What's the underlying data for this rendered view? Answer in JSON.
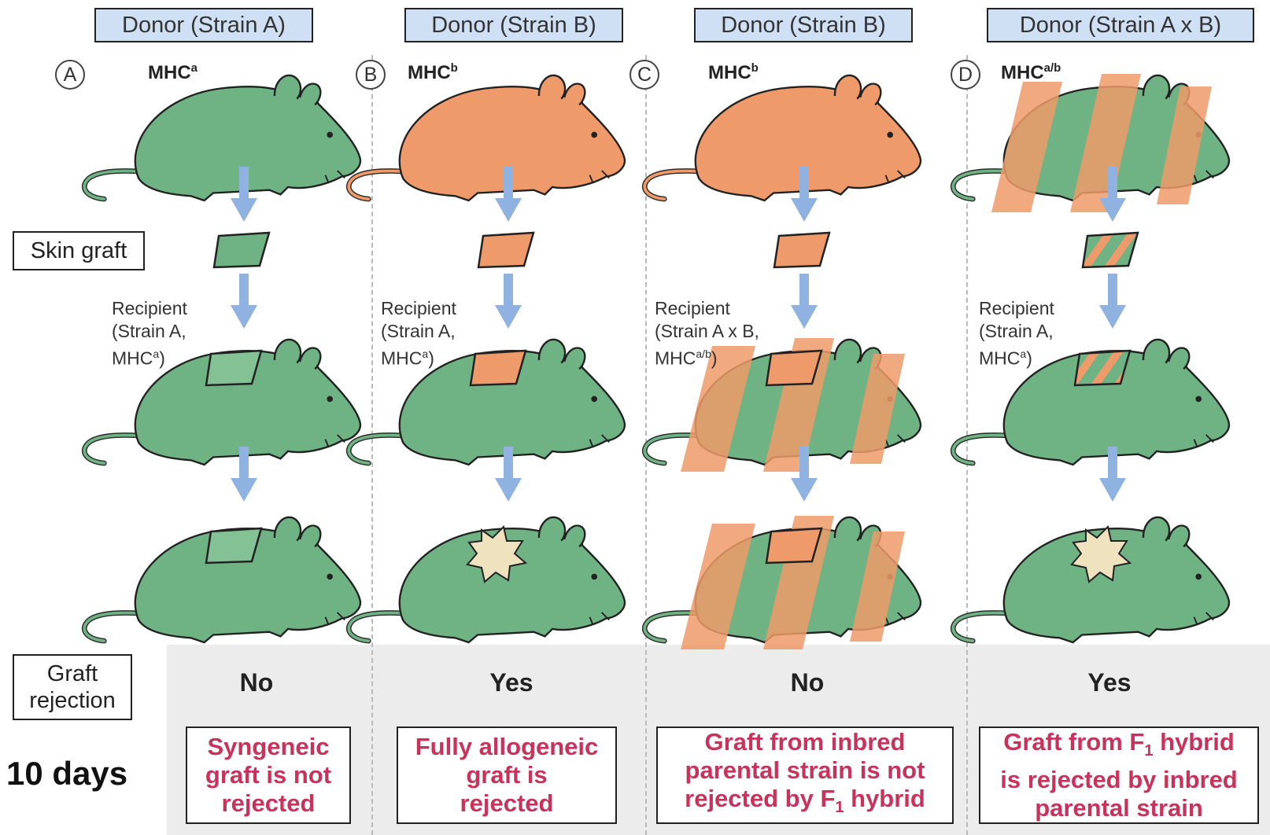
{
  "columns": [
    {
      "donor": "Donor (Strain A)",
      "letter": "A",
      "mhc": "MHC",
      "mhc_sup": "a",
      "recipient_l1": "Recipient",
      "recipient_l2": "(Strain A,",
      "recipient_l3": "MHC",
      "recipient_l3_sup": "a",
      "recipient_l3_end": ")",
      "rejection": "No",
      "note_l1": "Syngeneic",
      "note_l2": "graft is not",
      "note_l3": "rejected"
    },
    {
      "donor": "Donor (Strain B)",
      "letter": "B",
      "mhc": "MHC",
      "mhc_sup": "b",
      "recipient_l1": "Recipient",
      "recipient_l2": "(Strain A,",
      "recipient_l3": "MHC",
      "recipient_l3_sup": "a",
      "recipient_l3_end": ")",
      "rejection": "Yes",
      "note_l1": "Fully allogeneic",
      "note_l2": "graft is",
      "note_l3": "rejected"
    },
    {
      "donor": "Donor (Strain B)",
      "letter": "C",
      "mhc": "MHC",
      "mhc_sup": "b",
      "recipient_l1": "Recipient",
      "recipient_l2": "(Strain A x B,",
      "recipient_l3": "MHC",
      "recipient_l3_sup": "a/b",
      "recipient_l3_end": ")",
      "rejection": "No",
      "note_l1": "Graft from inbred",
      "note_l2": "parental strain is not",
      "note_l3": "rejected by F",
      "note_l3_sub": "1",
      "note_l3_end": " hybrid"
    },
    {
      "donor": "Donor (Strain A x B)",
      "letter": "D",
      "mhc": "MHC",
      "mhc_sup": "a/b",
      "recipient_l1": "Recipient",
      "recipient_l2": "(Strain A,",
      "recipient_l3": "MHC",
      "recipient_l3_sup": "a",
      "recipient_l3_end": ")",
      "rejection": "Yes",
      "note_l1": "Graft from F",
      "note_l1_sub": "1",
      "note_l1_end": " hybrid",
      "note_l2": "is rejected by inbred",
      "note_l3": "parental strain"
    }
  ],
  "labels": {
    "skin_graft": "Skin graft",
    "graft_rejection_l1": "Graft",
    "graft_rejection_l2": "rejection",
    "days": "10 days"
  },
  "colors": {
    "strain_a": "#6fb283",
    "strain_b": "#ee9a6a",
    "arrow": "#8fb2e0",
    "rejected_scar": "#efe2bf",
    "note_text": "#c8335b",
    "donor_box": "#cfe0f4"
  },
  "icons": [
    "donor-mouse-icon",
    "skin-graft-icon",
    "recipient-mouse-icon",
    "result-mouse-icon",
    "down-arrow-icon"
  ]
}
